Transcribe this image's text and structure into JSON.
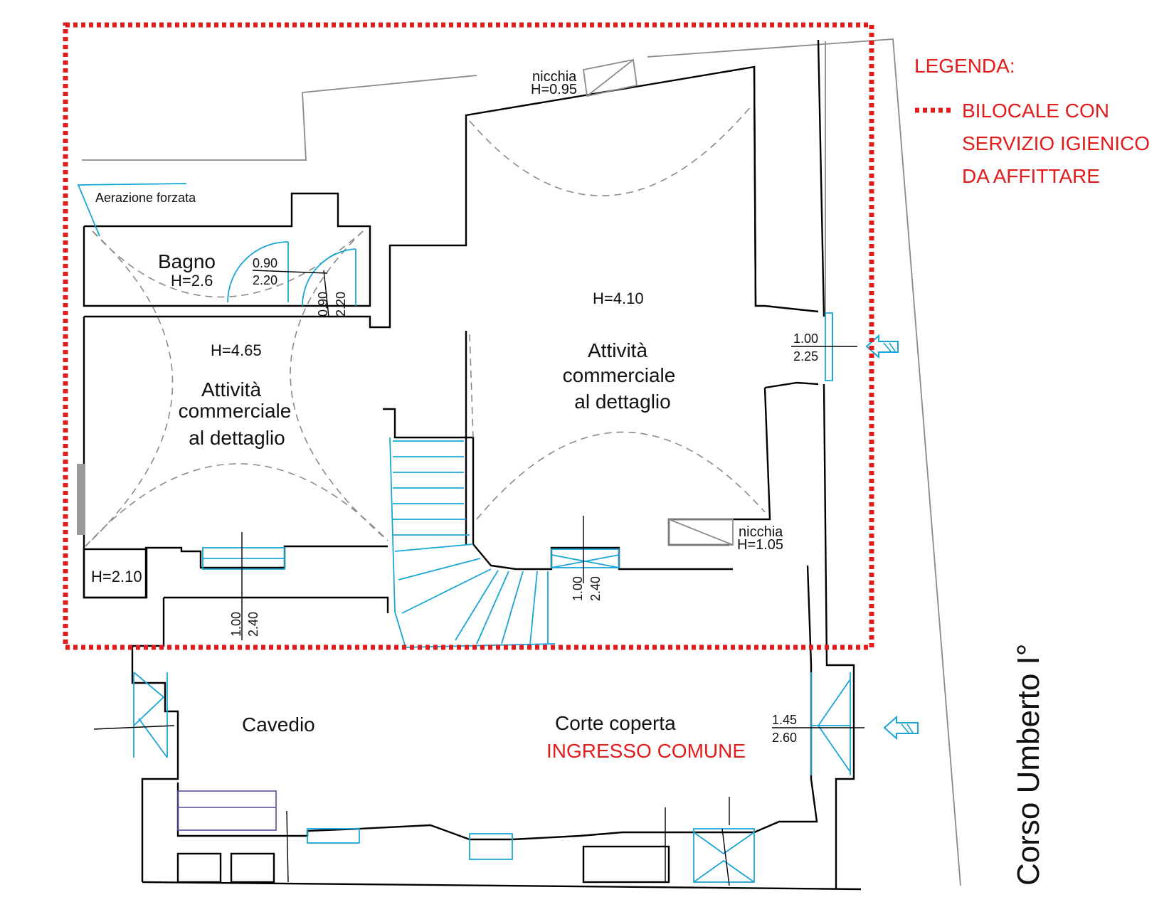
{
  "legend": {
    "title": "LEGENDA:",
    "line1": "BILOCALE CON",
    "line2": "SERVIZIO IGIENICO",
    "line3": "DA AFFITTARE",
    "color": "#e21b1b"
  },
  "street": "Corso Umberto I°",
  "rooms": {
    "bagno": {
      "name": "Bagno",
      "height": "H=2.6"
    },
    "left_shop": {
      "height": "H=4.65",
      "line1": "Attività",
      "line2": "commerciale",
      "line3": "al dettaglio"
    },
    "right_shop": {
      "height": "H=4.10",
      "line1": "Attività",
      "line2": "commerciale",
      "line3": "al dettaglio"
    },
    "closet": {
      "height": "H=2.10"
    },
    "cavedio": {
      "name": "Cavedio"
    },
    "corte": {
      "name": "Corte coperta",
      "entrance": "INGRESSO COMUNE"
    }
  },
  "notes": {
    "aeration": "Aerazione forzata",
    "niche_top": {
      "name": "nicchia",
      "height": "H=0.95"
    },
    "niche_bottom": {
      "name": "nicchia",
      "height": "H=1.05"
    }
  },
  "doors": {
    "bagno_door": {
      "w": "0.90",
      "h": "2.20"
    },
    "hall_door": {
      "w": "0.90",
      "h": "2.20"
    },
    "right_entry": {
      "w": "1.00",
      "h": "2.25"
    },
    "left_bottom": {
      "w": "1.00",
      "h": "2.40"
    },
    "center_bottom": {
      "w": "1.00",
      "h": "2.40"
    },
    "court_entry": {
      "w": "1.45",
      "h": "2.60"
    }
  },
  "colors": {
    "accent_red": "#e21b1b",
    "openings_cyan": "#19a6d6",
    "walls": "#000000"
  }
}
